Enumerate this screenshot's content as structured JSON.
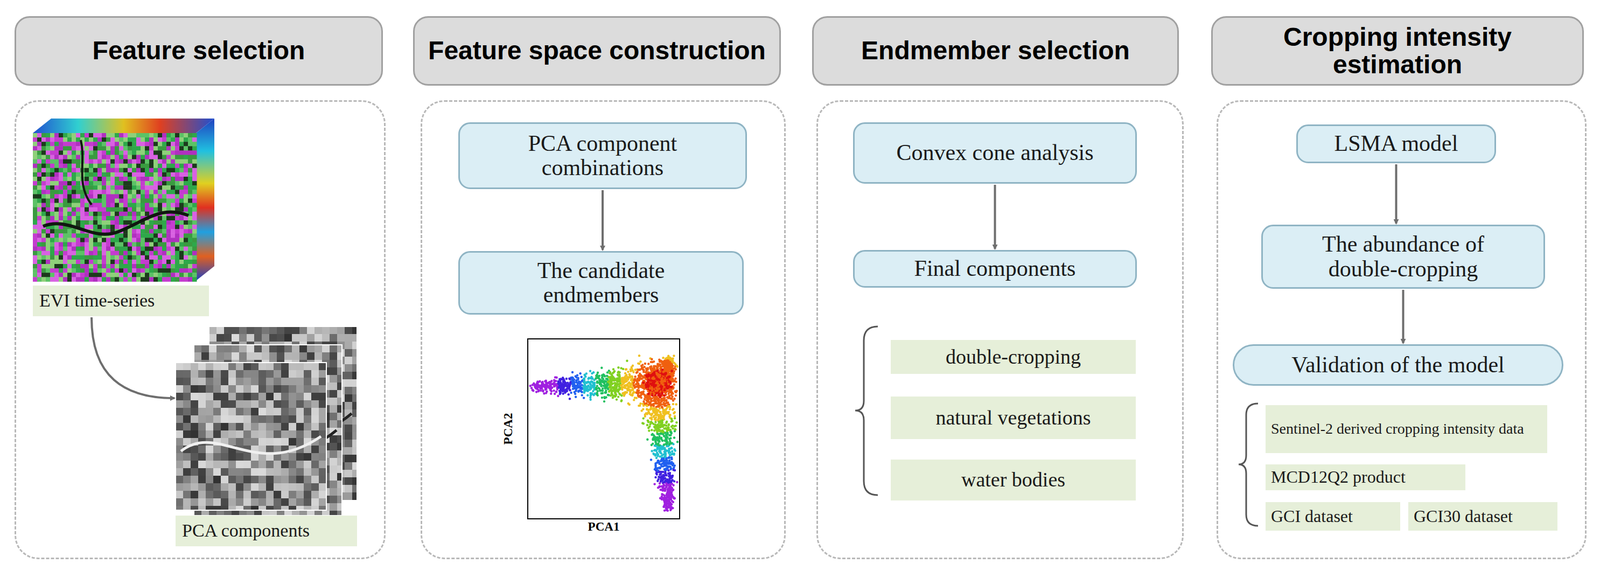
{
  "diagram": {
    "nodes": [
      {
        "text": [
          "Feature selection"
        ]
      },
      {
        "text": [
          "EVI time-series"
        ],
        "in": 0
      },
      {
        "text": [
          "PCA components"
        ],
        "in": 0
      },
      {
        "text": [
          "Feature space construction"
        ]
      },
      {
        "text": [
          "PCA component combinations"
        ],
        "in": 3
      },
      {
        "text": [
          "The candidate endmembers"
        ],
        "in": 3
      },
      {
        "text": [
          "Endmember selection"
        ]
      },
      {
        "text": [
          "Convex cone analysis"
        ],
        "in": 6
      },
      {
        "text": [
          "Final components"
        ],
        "in": 6
      },
      {
        "text": [
          "double-cropping"
        ],
        "in": 6
      },
      {
        "text": [
          "natural vegetations"
        ],
        "in": 6
      },
      {
        "text": [
          "water bodies"
        ],
        "in": 6
      },
      {
        "text": [
          "Cropping intensity estimation"
        ]
      },
      {
        "text": [
          "LSMA model"
        ],
        "in": 12
      },
      {
        "text": [
          "The abundance of double-cropping"
        ],
        "in": 12
      },
      {
        "text": [
          "Validation of the model"
        ],
        "in": 12
      },
      {
        "text": [
          "Sentinel-2 derived cropping intensity data"
        ],
        "in": 12
      },
      {
        "text": [
          "MCD12Q2 product"
        ],
        "in": 12
      },
      {
        "text": [
          "GCI dataset"
        ],
        "in": 12
      },
      {
        "text": [
          "GCI30 dataset"
        ],
        "in": 12
      }
    ],
    "edges": [
      {
        "from": 1,
        "to": 2,
        "arrow": "to"
      },
      {
        "from": 4,
        "to": 5,
        "arrow": "to"
      },
      {
        "from": 7,
        "to": 8,
        "arrow": "to"
      },
      {
        "from": 13,
        "to": 14,
        "arrow": "to"
      },
      {
        "from": 14,
        "to": 15,
        "arrow": "to"
      }
    ],
    "labels": [
      "PCA1",
      "PCA2"
    ]
  }
}
